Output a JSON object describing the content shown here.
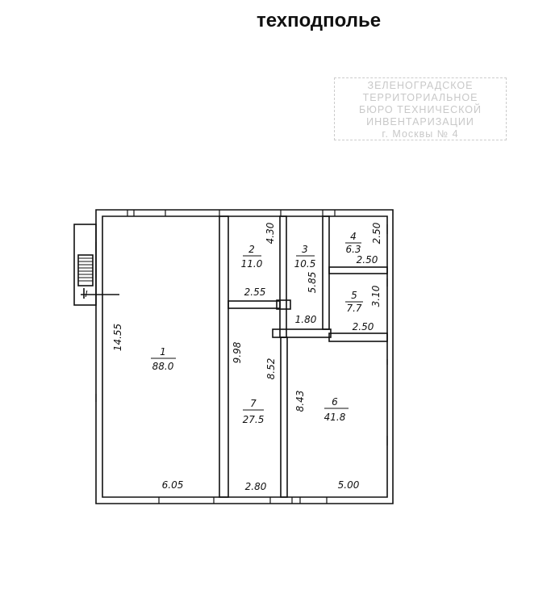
{
  "title": "техподполье",
  "stamp": {
    "lines": [
      "ЗЕЛЕНОГРАДСКОЕ",
      "ТЕРРИТОРИАЛЬНОЕ",
      "БЮРО ТЕХНИЧЕСКОЙ",
      "ИНВЕНТАРИЗАЦИИ",
      "г. Москвы № 4"
    ]
  },
  "entrance_label": "I",
  "rooms": [
    {
      "number": "1",
      "area": "88.0"
    },
    {
      "number": "2",
      "area": "11.0"
    },
    {
      "number": "3",
      "area": "10.5"
    },
    {
      "number": "4",
      "area": "6.3"
    },
    {
      "number": "5",
      "area": "7.7"
    },
    {
      "number": "6",
      "area": "41.8"
    },
    {
      "number": "7",
      "area": "27.5"
    }
  ],
  "dimensions": {
    "r1_height": "14.55",
    "r1_width": "6.05",
    "r2_height": "4.30",
    "r2_width": "2.55",
    "r3_height": "5.85",
    "r3_width": "1.80",
    "r4_height": "2.50",
    "r4_width": "2.50",
    "r5_height": "3.10",
    "r5_width": "2.50",
    "r6_height": "8.43",
    "r6_width": "5.00",
    "r7_height_a": "9.98",
    "r7_height_b": "8.52",
    "r7_width": "2.80"
  }
}
